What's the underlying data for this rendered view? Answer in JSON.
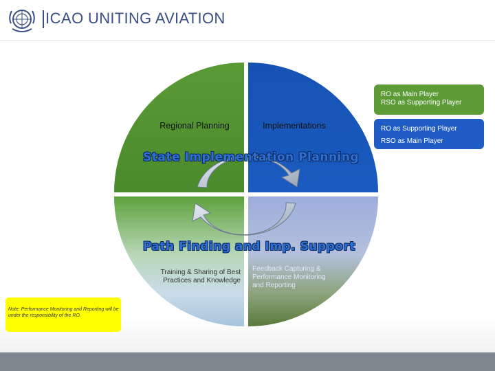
{
  "header": {
    "logo_icon": "icao-emblem-icon",
    "brand_name": "ICAO",
    "tagline": "UNITING AVIATION"
  },
  "diagram": {
    "quadrants": {
      "top_left": "Regional Planning",
      "top_right": "Implementations",
      "bottom_left": "Training & Sharing of Best Practices and Knowledge",
      "bottom_right": "Feedback Capturing & Performance Monitoring and Reporting"
    },
    "titles": {
      "upper": "State Implementation Planning",
      "lower": "Path Finding and Imp. Support"
    },
    "colors": {
      "green_dark": "#4a8a2c",
      "blue_dark": "#1552b3",
      "blue_light": "#a9b6df",
      "green_fade": "#5a7a3c"
    }
  },
  "callouts": {
    "green": {
      "line1": "RO as Main Player",
      "line2": "RSO as Supporting Player"
    },
    "blue": {
      "line1": "RO as Supporting Player",
      "line2": "RSO as Main Player"
    }
  },
  "note": {
    "text": "Note: Performance Monitoring and Reporting will be under the responsibility of the RO."
  }
}
